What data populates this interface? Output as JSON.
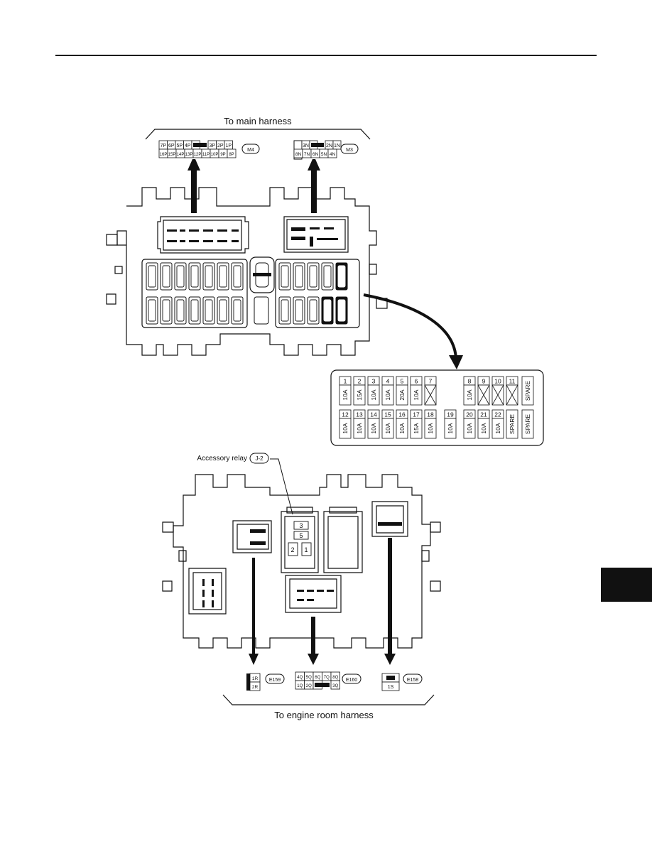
{
  "labels": {
    "main_harness": "To main harness",
    "engine_harness": "To engine room harness",
    "accessory_relay": "Accessory relay"
  },
  "connectors": {
    "m4": {
      "id": "M4",
      "row1": [
        "7P",
        "6P",
        "5P",
        "4P",
        "",
        "3P",
        "2P",
        "1P"
      ],
      "row2": [
        "16P",
        "15P",
        "14P",
        "13P",
        "12P",
        "11P",
        "10P",
        "9P",
        "8P"
      ]
    },
    "m3": {
      "id": "M3",
      "row1": [
        "3N",
        "",
        "2N",
        "1N"
      ],
      "row2": [
        "8N",
        "7N",
        "6N",
        "5N",
        "4N"
      ]
    },
    "e159": {
      "id": "E159",
      "pins": [
        "1R",
        "2R"
      ]
    },
    "e160": {
      "id": "E160",
      "row1": [
        "4Q",
        "5Q",
        "6Q",
        "7Q",
        "8Q"
      ],
      "row2": [
        "1Q",
        "2Q",
        "",
        "3Q"
      ]
    },
    "e158": {
      "id": "E158",
      "pins": [
        "1S"
      ]
    },
    "j2": {
      "id": "J-2",
      "pins": [
        "3",
        "5",
        "2",
        "1"
      ]
    }
  },
  "fuses": {
    "row1": [
      {
        "no": "1",
        "amp": "10A"
      },
      {
        "no": "2",
        "amp": "15A"
      },
      {
        "no": "3",
        "amp": "10A"
      },
      {
        "no": "4",
        "amp": "10A"
      },
      {
        "no": "5",
        "amp": "20A"
      },
      {
        "no": "6",
        "amp": "10A"
      },
      {
        "no": "7",
        "amp": ""
      },
      {
        "no": "8",
        "amp": "10A"
      },
      {
        "no": "9",
        "amp": ""
      },
      {
        "no": "10",
        "amp": ""
      },
      {
        "no": "11",
        "amp": ""
      },
      {
        "no": "",
        "amp": "SPARE"
      }
    ],
    "row2": [
      {
        "no": "12",
        "amp": "10A"
      },
      {
        "no": "13",
        "amp": "10A"
      },
      {
        "no": "14",
        "amp": "10A"
      },
      {
        "no": "15",
        "amp": "10A"
      },
      {
        "no": "16",
        "amp": "10A"
      },
      {
        "no": "17",
        "amp": "15A"
      },
      {
        "no": "18",
        "amp": "10A"
      },
      {
        "no": "19",
        "amp": "10A"
      },
      {
        "no": "20",
        "amp": "10A"
      },
      {
        "no": "21",
        "amp": "10A"
      },
      {
        "no": "22",
        "amp": "10A"
      },
      {
        "no": "",
        "amp": "SPARE"
      },
      {
        "no": "",
        "amp": "SPARE"
      }
    ]
  }
}
